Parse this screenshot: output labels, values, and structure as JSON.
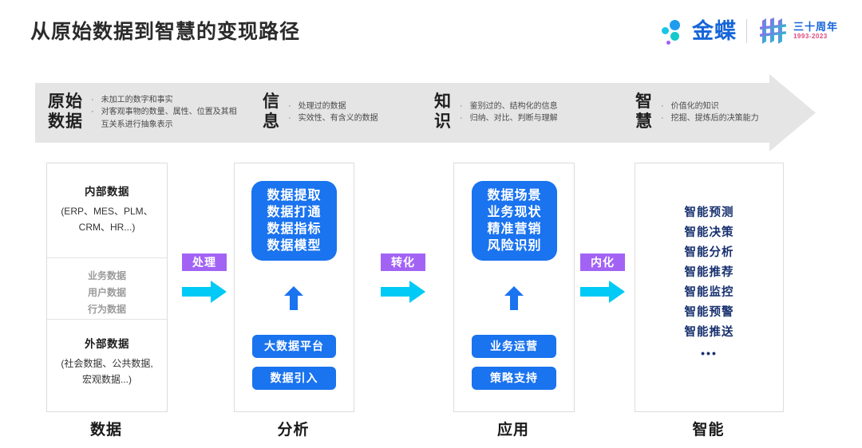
{
  "header": {
    "title": "从原始数据到智慧的变现路径",
    "logo": {
      "brand": "金蝶",
      "anniversary_top": "三十周年",
      "anniversary_years": "1993-2023"
    }
  },
  "banner": {
    "stages": [
      {
        "name": "原始\n数据",
        "name_line1": "原始",
        "name_line2": "数据",
        "bullets": [
          "未加工的数字和事实",
          "对客观事物的数量、属性、位置及其相互关系进行抽象表示"
        ]
      },
      {
        "name_line1": "信",
        "name_line2": "息",
        "bullets": [
          "处理过的数据",
          "实效性、有含义的数据"
        ]
      },
      {
        "name_line1": "知",
        "name_line2": "识",
        "bullets": [
          "鉴别过的、结构化的信息",
          "归纳、对比、判断与理解"
        ]
      },
      {
        "name_line1": "智",
        "name_line2": "慧",
        "bullets": [
          "价值化的知识",
          "挖掘、提炼后的决策能力"
        ]
      }
    ],
    "bullet_glyph": "·"
  },
  "columns": [
    {
      "footer": "数据",
      "internal_heading": "内部数据",
      "internal_sub": "(ERP、MES、PLM、\nCRM、HR...)",
      "internal_sub_line1": "(ERP、MES、PLM、",
      "internal_sub_line2": "CRM、HR...)",
      "middle_items": [
        "业务数据",
        "用户数据",
        "行为数据"
      ],
      "external_heading": "外部数据",
      "external_sub_line1": "(社会数据、公共数据,",
      "external_sub_line2": "宏观数据...)"
    },
    {
      "footer": "分析",
      "main_box": "数据提取\n数据打通\n数据指标\n数据模型",
      "pills": [
        "大数据平台",
        "数据引入"
      ]
    },
    {
      "footer": "应用",
      "main_box": "数据场景\n业务现状\n精准营销\n风险识别",
      "pills": [
        "业务运营",
        "策略支持"
      ]
    },
    {
      "footer": "智能",
      "items": [
        "智能预测",
        "智能决策",
        "智能分析",
        "智能推荐",
        "智能监控",
        "智能预警",
        "智能推送"
      ],
      "ellipsis": "•••"
    }
  ],
  "connectors": [
    {
      "label": "处理"
    },
    {
      "label": "转化"
    },
    {
      "label": "内化"
    }
  ],
  "colors": {
    "accent_blue": "#1a73ef",
    "accent_purple": "#a263f5",
    "accent_cyan": "#00caf5",
    "navy": "#17306e",
    "banner_gray": "#e5e5e5",
    "brand_blue": "#1565d8"
  }
}
